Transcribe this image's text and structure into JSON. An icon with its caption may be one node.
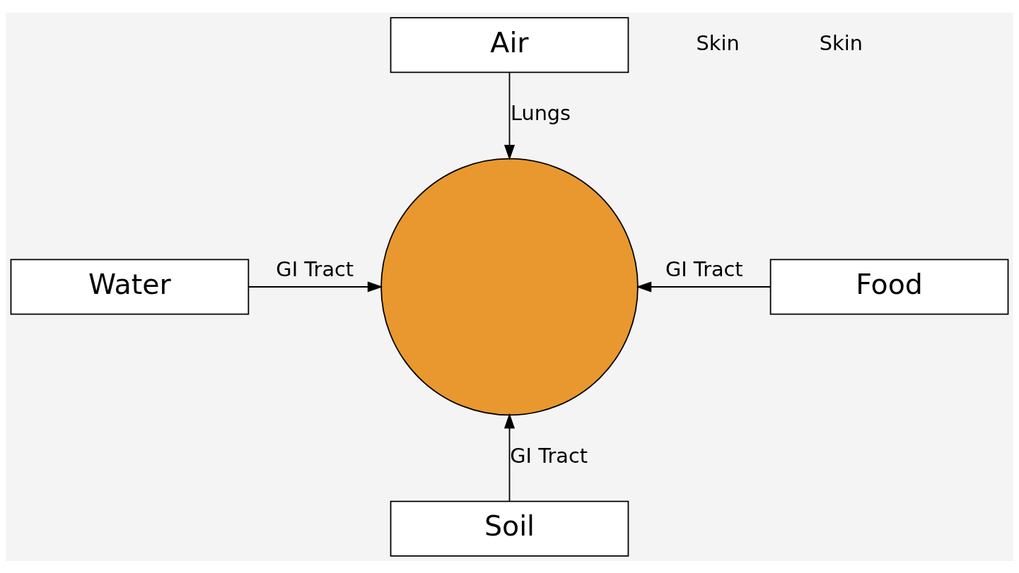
{
  "diagram": {
    "nodes": [
      {
        "text": [
          "Air"
        ]
      },
      {
        "text": [
          "Water"
        ]
      },
      {
        "text": [],
        "shape": "circle"
      },
      {
        "text": [
          "Food"
        ]
      },
      {
        "text": [
          "Soil"
        ]
      }
    ],
    "edges": [
      {
        "from": 0,
        "to": 2,
        "arrow": "to",
        "label": "Lungs"
      },
      {
        "from": 1,
        "to": 2,
        "arrow": "to",
        "label": "GI Tract"
      },
      {
        "from": 3,
        "to": 2,
        "arrow": "to",
        "label": "GI Tract"
      },
      {
        "from": 4,
        "to": 2,
        "arrow": "to",
        "label": "GI Tract"
      }
    ],
    "labels": [
      "Skin",
      "Skin"
    ]
  }
}
